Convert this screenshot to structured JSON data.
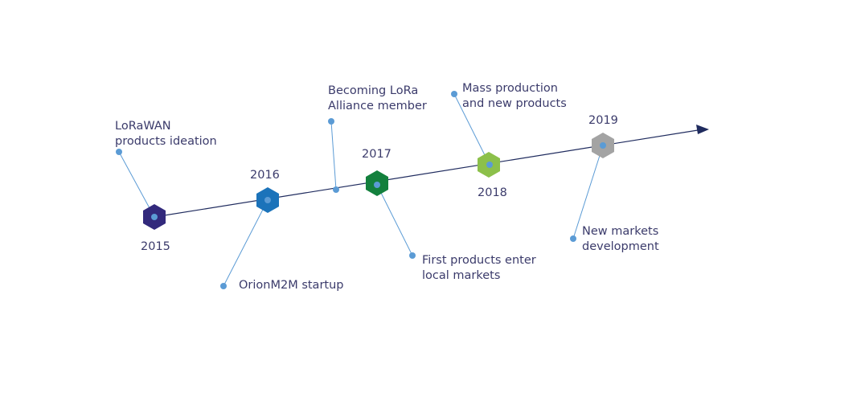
{
  "milestones": [
    {
      "year": "2015",
      "color": "#32297c",
      "event_lines": [
        "LoRaWAN",
        "products ideation"
      ]
    },
    {
      "year": "2016",
      "color": "#1b73ba",
      "event_lines": [
        "OrionM2M startup"
      ]
    },
    {
      "year": "",
      "color": "",
      "event_lines": [
        "Becoming LoRa",
        "Alliance member"
      ]
    },
    {
      "year": "2017",
      "color": "#13803d",
      "event_lines": [
        "First products enter",
        "local markets"
      ]
    },
    {
      "year": "2018",
      "color": "#8cc04a",
      "event_lines": [
        "Mass production",
        "and new products"
      ]
    },
    {
      "year": "2019",
      "color": "#a3a3a3",
      "event_lines": [
        "New markets",
        "development"
      ]
    }
  ],
  "colors": {
    "axis": "#1f2b5e",
    "connector": "#5b9bd5",
    "dot": "#5b9bd5"
  }
}
